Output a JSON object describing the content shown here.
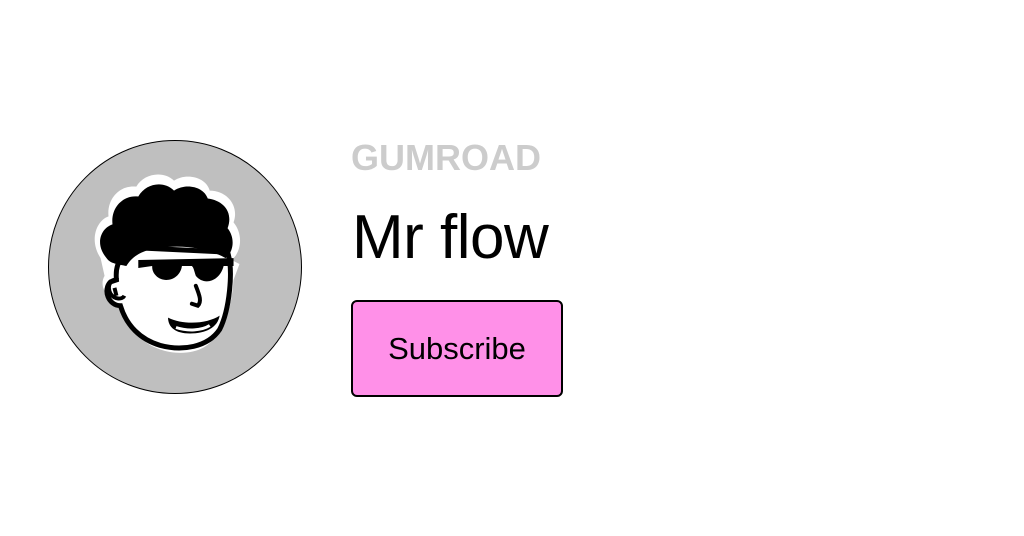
{
  "profile": {
    "brand": "GUMROAD",
    "creator_name": "Mr flow",
    "subscribe_label": "Subscribe",
    "avatar_icon": "cartoon-face-sunglasses-avatar"
  },
  "colors": {
    "brand_logo": "#cccccc",
    "button_background": "#ff90e8",
    "avatar_background": "#bfbfbf",
    "text": "#000000"
  }
}
